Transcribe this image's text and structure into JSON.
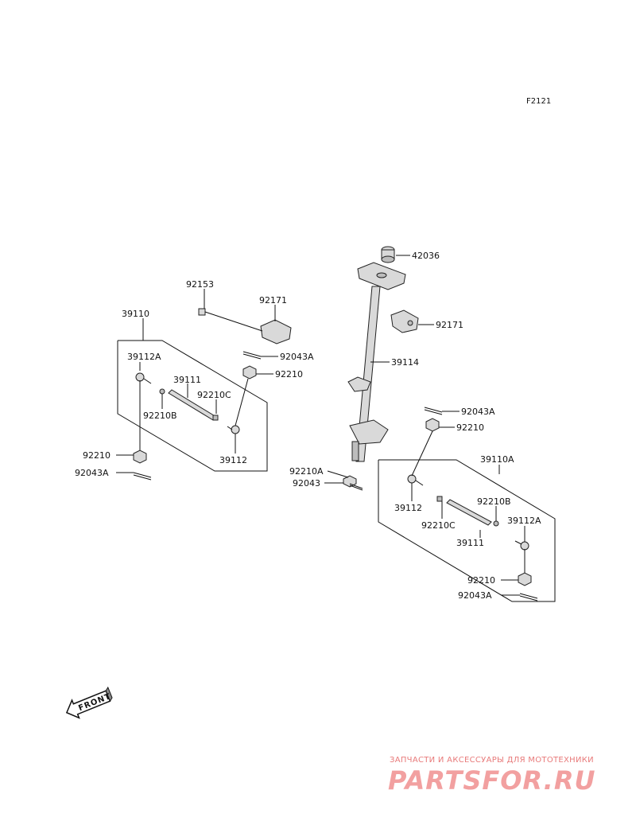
{
  "diagram_code": "F2121",
  "labels": {
    "l42036": "42036",
    "l92171_r": "92171",
    "l39114": "39114",
    "l92153": "92153",
    "l92171_l": "92171",
    "l39110": "39110",
    "l92043A_top": "92043A",
    "l92210_top": "92210",
    "l39112A_l": "39112A",
    "l39111_l": "39111",
    "l92210C_l": "92210C",
    "l92210B_l": "92210B",
    "l39112_l": "39112",
    "l92210_l": "92210",
    "l92043A_l": "92043A",
    "l92043A_mid": "92043A",
    "l92210_mid": "92210",
    "l92210A": "92210A",
    "l92043": "92043",
    "l39110A": "39110A",
    "l39112_r": "39112",
    "l92210B_r": "92210B",
    "l92210C_r": "92210C",
    "l39112A_r": "39112A",
    "l39111_r": "39111",
    "l92210_r": "92210",
    "l92043A_r": "92043A"
  },
  "front_arrow_label": "FRONT",
  "watermark": {
    "subtitle": "ЗАПЧАСТИ И АКСЕССУАРЫ ДЛЯ МОТОТЕХНИКИ",
    "logo": "PARTSFOR.RU"
  }
}
